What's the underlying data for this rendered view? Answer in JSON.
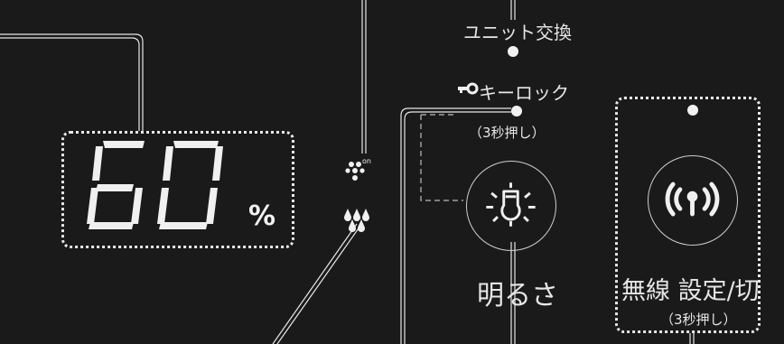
{
  "display": {
    "humidity_value": "60",
    "humidity_unit": "%"
  },
  "indicators": {
    "mist_on_badge": "on"
  },
  "labels": {
    "unit_change": "ユニット交換",
    "key_lock": "キーロック",
    "key_lock_hold": "（3秒押し）",
    "brightness": "明るさ",
    "wireless_setting": "無線 設定/切",
    "wireless_hold": "（3秒押し）"
  },
  "icons": {
    "key": "key-icon",
    "brightness": "lightbulb-icon",
    "wireless": "wireless-signal-icon",
    "mist": "mist-dots-icon",
    "drops": "water-drops-icon"
  },
  "colors": {
    "background": "#1a1a1a",
    "foreground": "#e6e6e6"
  }
}
